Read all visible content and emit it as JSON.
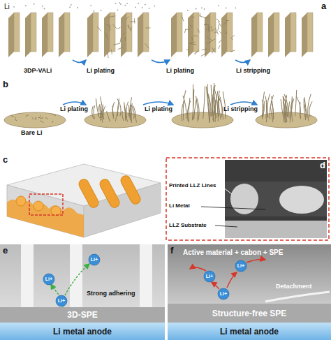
{
  "diagram": {
    "nodes": [
      {
        "text": [
          "3D-SPE"
        ]
      },
      {
        "text": [
          "Li metal anode"
        ]
      },
      {
        "text": [
          "Structure-free SPE"
        ]
      },
      {
        "text": [
          "Li metal anode"
        ]
      }
    ],
    "labels": [
      "a",
      "Li",
      "3DP-VALi",
      "Li plating",
      "Li plating",
      "Li stripping",
      "b",
      "Bare Li",
      "Li plating",
      "Li plating",
      "Li stripping",
      "c",
      "d",
      "Printed LLZ Lines",
      "Li Metal",
      "LLZ Substrate",
      "e",
      "Strong adhering",
      "Li+",
      "Li+",
      "Li+",
      "f",
      "Active material + cabon + SPE",
      "Detachment",
      "Li+",
      "Li+",
      "Li+"
    ]
  }
}
